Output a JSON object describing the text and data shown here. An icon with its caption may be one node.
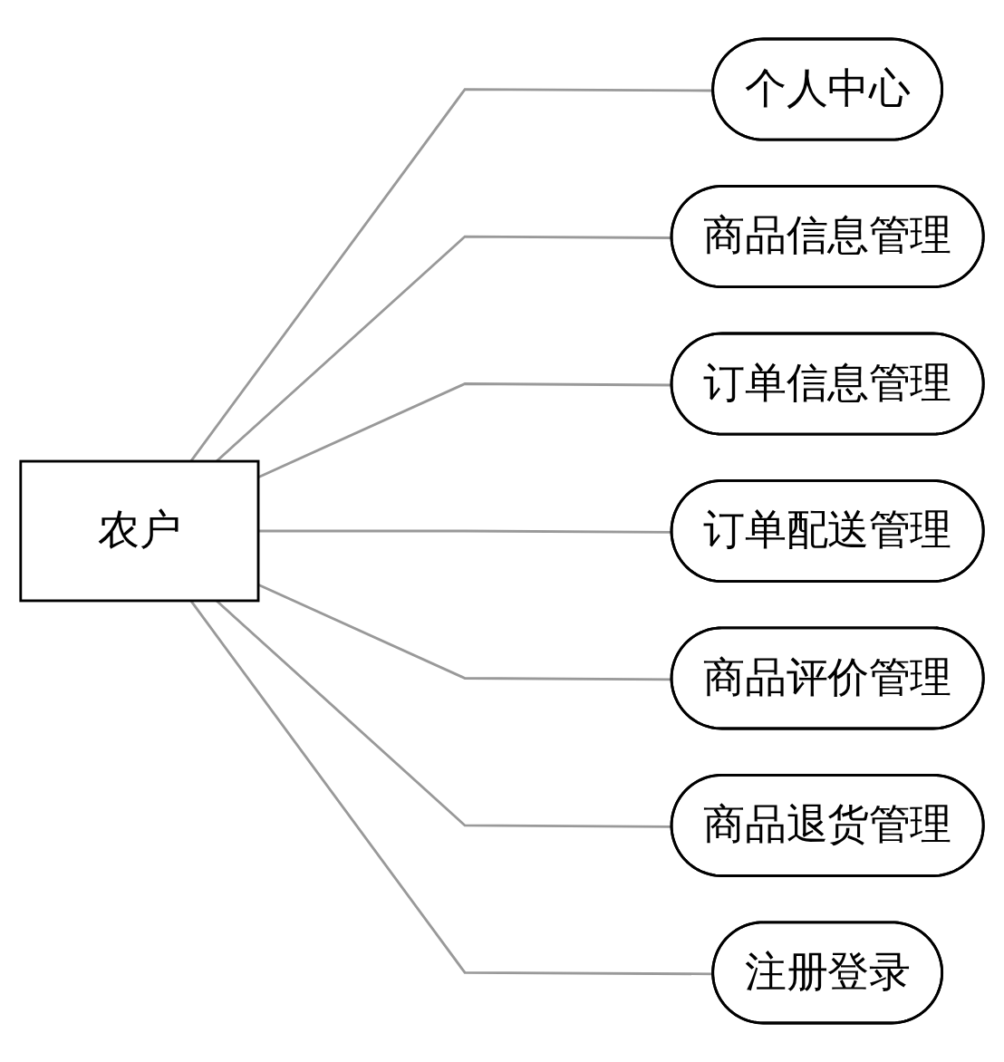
{
  "diagram": {
    "nodes": [
      {
        "text": [
          "农户"
        ]
      },
      {
        "text": [
          "个人中心"
        ]
      },
      {
        "text": [
          "商品信息管理"
        ]
      },
      {
        "text": [
          "订单信息管理"
        ]
      },
      {
        "text": [
          "订单配送管理"
        ]
      },
      {
        "text": [
          "商品评价管理"
        ]
      },
      {
        "text": [
          "商品退货管理"
        ]
      },
      {
        "text": [
          "注册登录"
        ]
      }
    ],
    "edges": [
      {
        "from": 0,
        "to": 1,
        "arrow": "none"
      },
      {
        "from": 0,
        "to": 2,
        "arrow": "none"
      },
      {
        "from": 0,
        "to": 3,
        "arrow": "none"
      },
      {
        "from": 0,
        "to": 4,
        "arrow": "none"
      },
      {
        "from": 0,
        "to": 5,
        "arrow": "none"
      },
      {
        "from": 0,
        "to": 6,
        "arrow": "none"
      },
      {
        "from": 0,
        "to": 7,
        "arrow": "none"
      }
    ]
  }
}
